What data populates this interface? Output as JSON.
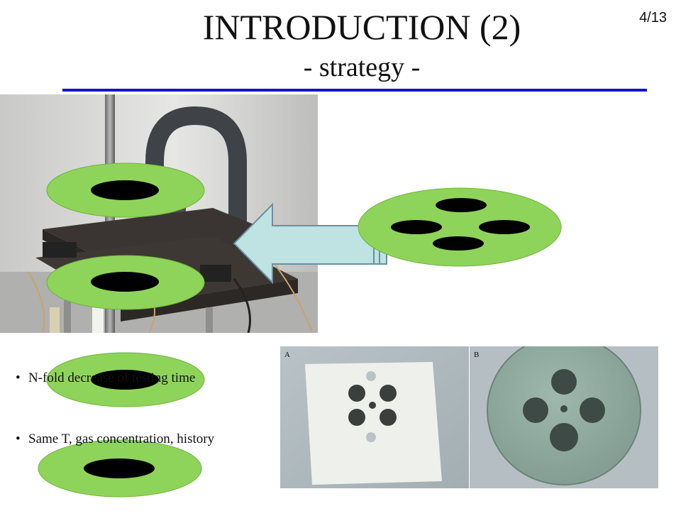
{
  "slide": {
    "title": "INTRODUCTION (2)",
    "subtitle": "- strategy -",
    "page_number": "4/13"
  },
  "bullets": [
    "N-fold decrease of testing time",
    "Same T, gas concentration, history"
  ],
  "photo_labels": {
    "left": "A",
    "right": "B"
  },
  "colors": {
    "rule": "#1515c8",
    "disk_green": "#8fd45a",
    "arrow_fill": "#bfe2e2",
    "arrow_stroke": "#6a8fa5"
  }
}
